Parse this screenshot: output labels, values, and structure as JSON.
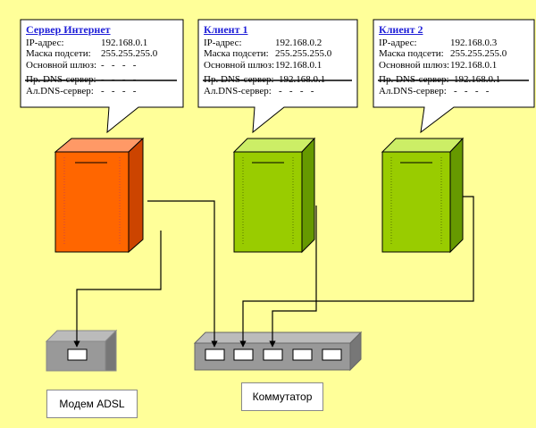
{
  "nodes": [
    {
      "title": "Сервер Интернет",
      "rows": [
        {
          "key": "IP-адрес:",
          "value": "192.168.0.1"
        },
        {
          "key": "Маска подсети:",
          "value": "255.255.255.0"
        },
        {
          "key": "Основной шлюз:",
          "value": "-   -   -   -"
        },
        {
          "key": "Пр. DNS-сервер:",
          "value": "-   -   -   -"
        },
        {
          "key": "Ал.DNS-сервер:",
          "value": "-   -   -   -"
        }
      ]
    },
    {
      "title": "Клиент 1",
      "rows": [
        {
          "key": "IP-адрес:",
          "value": "192.168.0.2"
        },
        {
          "key": "Маска подсети:",
          "value": "255.255.255.0"
        },
        {
          "key": "Основной шлюз:",
          "value": "192.168.0.1"
        },
        {
          "key": "Пр. DNS-сервер:",
          "value": "192.168.0.1"
        },
        {
          "key": "Ал.DNS-сервер:",
          "value": "-   -   -   -"
        }
      ]
    },
    {
      "title": "Клиент 2",
      "rows": [
        {
          "key": "IP-адрес:",
          "value": "192.168.0.3"
        },
        {
          "key": "Маска подсети:",
          "value": "255.255.255.0"
        },
        {
          "key": "Основной шлюз:",
          "value": "192.168.0.1"
        },
        {
          "key": "Пр. DNS-сервер:",
          "value": "192.168.0.1"
        },
        {
          "key": "Ал.DNS-сервер:",
          "value": "-   -   -   -"
        }
      ]
    }
  ],
  "devices": {
    "modem_label": "Модем ADSL",
    "switch_label": "Коммутатор"
  },
  "colors": {
    "background": "#ffff99",
    "server": "#ff6600",
    "client": "#99cc00",
    "device_gray": "#999999",
    "title_link": "#1f1fd8"
  }
}
